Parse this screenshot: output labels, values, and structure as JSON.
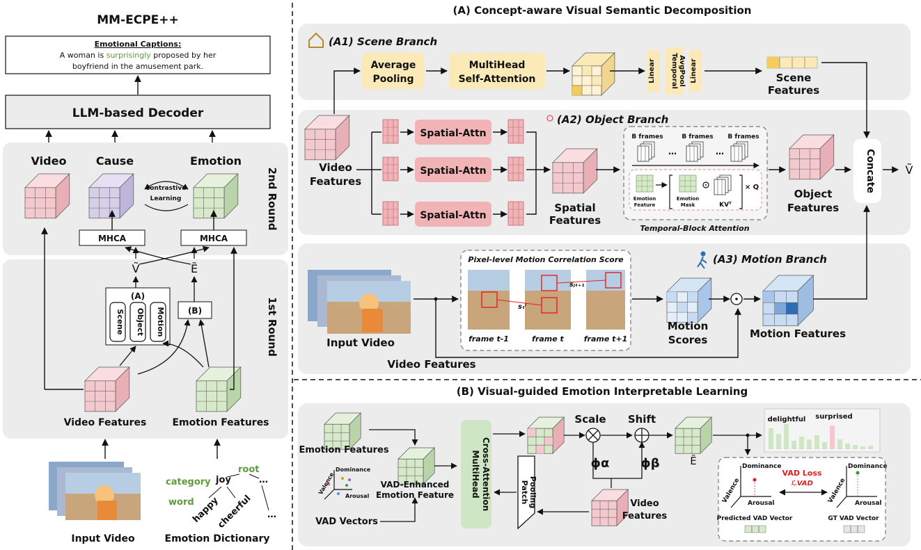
{
  "left": {
    "title": "MM-ECPE++",
    "caption_heading": "Emotional Captions:",
    "caption_part1": "A woman is ",
    "caption_highlight": "surprisingly",
    "caption_part2": " proposed by her",
    "caption_line2": "boyfriend in the amusement park.",
    "decoder": "LLM-based Decoder",
    "outputs": [
      "Video",
      "Cause",
      "Emotion"
    ],
    "round2": "2nd Round",
    "round1": "1st Round",
    "contrastive": [
      "Contrastive",
      "Learning"
    ],
    "mhca": "MHCA",
    "v_tilde": "Ṽ",
    "e_tilde": "Ẽ",
    "module_a": "(A)",
    "module_b": "(B)",
    "branches": [
      "Scene",
      "Object",
      "Motion"
    ],
    "video_features": "Video Features",
    "emotion_features": "Emotion Features",
    "input_video": "Input Video",
    "emotion_dictionary": "Emotion Dictionary",
    "dict": {
      "root": "root",
      "category": "category",
      "word": "word",
      "joy": "joy",
      "happy": "happy",
      "cheerful": "cheerful",
      "ellipsis1": "…",
      "ellipsis2": "…"
    }
  },
  "panel_a": {
    "title": "(A) Concept-aware Visual Semantic Decomposition",
    "scene": {
      "title": "(A1) Scene Branch",
      "avg_pool": [
        "Average",
        "Pooling"
      ],
      "mhsa": [
        "MultiHead",
        "Self-Attention"
      ],
      "linear": "Linear",
      "temporal": [
        "Temporal",
        "AvgPool"
      ],
      "output": [
        "Scene",
        "Features"
      ]
    },
    "object": {
      "title": "(A2) Object Branch",
      "input": [
        "Video",
        "Features"
      ],
      "spatial_attn": "Spatial-Attn",
      "spatial_features": [
        "Spatial",
        "Features"
      ],
      "b_frames": "B frames",
      "dots": "…",
      "emotion_feature": [
        "Emotion",
        "Feature"
      ],
      "emotion_mask": [
        "Emotion",
        "Mask"
      ],
      "kv": "KVᵀ",
      "times_q": "× Q",
      "tba": "Temporal-Block Attention",
      "output": [
        "Object",
        "Features"
      ]
    },
    "concate": "Concate",
    "v_out": "Ṽ",
    "motion": {
      "title": "(A3) Motion Branch",
      "pixel_title": "Pixel-level Motion Correlation Score",
      "frames": [
        "frame t-1",
        "frame t",
        "frame t+1"
      ],
      "s_t": "sₜⁱ",
      "s_t1": "sⱼₜ₊₁",
      "input_video": "Input Video",
      "video_features": "Video Features",
      "motion_scores": [
        "Motion",
        "Scores"
      ],
      "output": "Motion Features"
    }
  },
  "panel_b": {
    "title": "(B) Visual-guided Emotion Interpretable Learning",
    "emotion_features": "Emotion Features",
    "vad_enhanced": [
      "VAD-Enhanced",
      "Emotion Feature"
    ],
    "vad_vectors": "VAD Vectors",
    "mhca": [
      "MultiHead",
      "Cross-Attention"
    ],
    "patch_pooling": [
      "Patch",
      "Pooling"
    ],
    "video_features": [
      "Video",
      "Features"
    ],
    "scale": "Scale",
    "shift": "Shift",
    "phi_a": "ϕα",
    "phi_b": "ϕβ",
    "e_tilde": "Ẽ",
    "bar_labels": [
      "delightful",
      "surprised"
    ],
    "dominance": "Dominance",
    "arousal": "Arousal",
    "valence": "Valence",
    "vad_loss": "VAD Loss",
    "l_vad": "ℒVAD",
    "predicted": "Predicted VAD Vector",
    "gt": "GT VAD Vector"
  },
  "colors": {
    "pink": "#f4c9cd",
    "pink_dark": "#dd8f98",
    "green": "#d6e9c9",
    "purple": "#d7cfe9",
    "yellow": "#fbe9b8",
    "yellow_dark": "#f4cc5c",
    "blue": "#c7dcf2",
    "blue_dark": "#2f6cb6",
    "panel": "#ececec",
    "spatial": "#f1b3b6",
    "word_green": "#5f9b3c",
    "loss_red": "#e02020"
  }
}
